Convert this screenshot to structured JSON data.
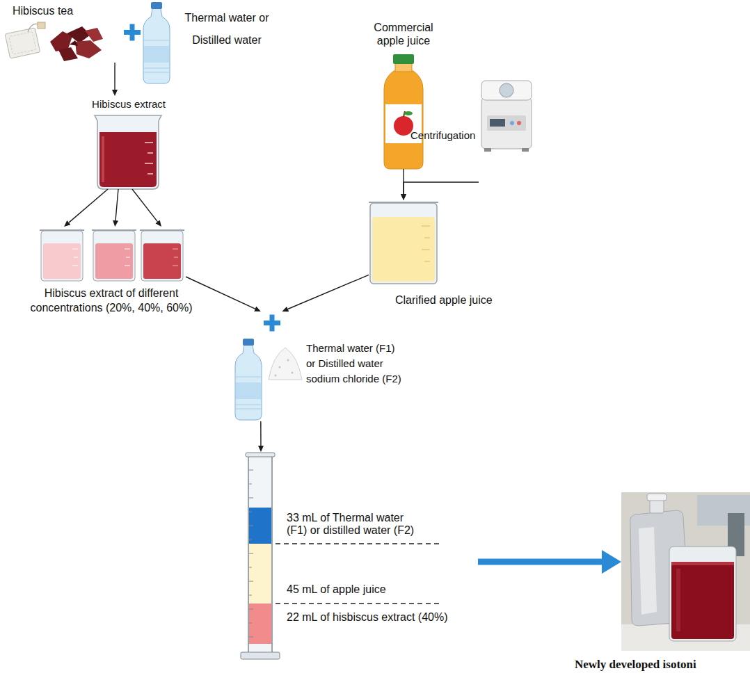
{
  "diagram": {
    "nodes": [
      {
        "text": [
          "Hibiscus tea"
        ]
      },
      {
        "text": [
          "Thermal water or Distilled water"
        ]
      },
      {
        "text": [
          "Hibiscus extract"
        ]
      },
      {
        "text": [
          "Hibiscus extract of different concentrations (20%, 40%, 60%)"
        ]
      },
      {
        "text": [
          "Commercial apple juice"
        ]
      },
      {
        "text": [
          "Centrifugation"
        ]
      },
      {
        "text": [
          "Clarified apple juice"
        ]
      },
      {
        "text": [
          "Thermal water (F1) or Distilled water sodium chloride (F2)"
        ]
      },
      {
        "text": [
          "33 mL of Thermal water (F1) or distilled water (F2)",
          "45 mL of apple juice",
          "22 mL of hisbiscus extract (40%)"
        ]
      },
      {
        "text": [
          "Newly developed isotoni"
        ]
      }
    ],
    "edges": [
      {
        "from": 0,
        "to": 2,
        "arrow": "to"
      },
      {
        "from": 2,
        "to": 3,
        "arrow": "to"
      },
      {
        "from": 2,
        "to": 3,
        "arrow": "to"
      },
      {
        "from": 2,
        "to": 3,
        "arrow": "to"
      },
      {
        "from": 4,
        "to": 6,
        "arrow": "to"
      },
      {
        "from": 5,
        "to": 6,
        "arrow": "to"
      },
      {
        "from": 3,
        "to": 7,
        "arrow": "to"
      },
      {
        "from": 6,
        "to": 7,
        "arrow": "to"
      },
      {
        "from": 7,
        "to": 8,
        "arrow": "to"
      },
      {
        "from": 8,
        "to": 9,
        "arrow": "to"
      }
    ]
  }
}
